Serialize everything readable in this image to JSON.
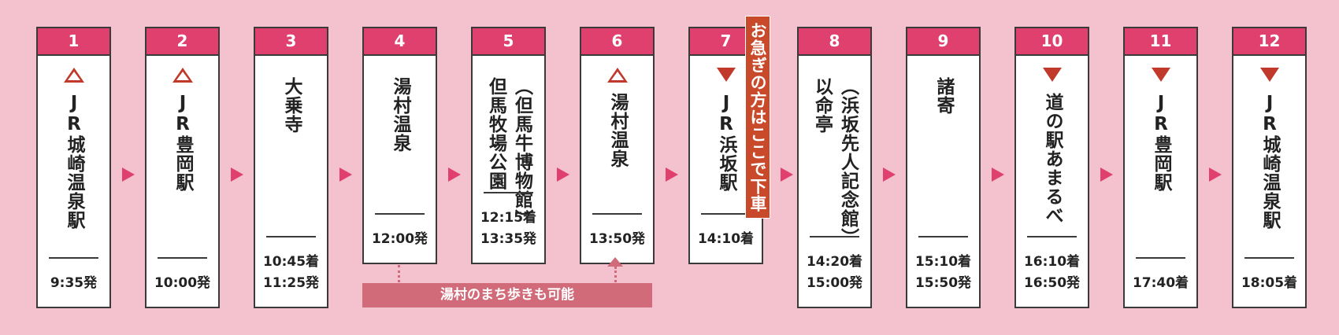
{
  "stops": [
    {
      "num": "1",
      "mark": "up",
      "name": [
        "JR城崎温泉駅"
      ],
      "times": [
        "9:35発"
      ]
    },
    {
      "num": "2",
      "mark": "up",
      "name": [
        "JR豊岡駅"
      ],
      "times": [
        "10:00発"
      ]
    },
    {
      "num": "3",
      "mark": "",
      "name": [
        "大乗寺"
      ],
      "times": [
        "10:45着",
        "11:25発"
      ]
    },
    {
      "num": "4",
      "mark": "",
      "name": [
        "湯村温泉"
      ],
      "times": [
        "12:00発"
      ]
    },
    {
      "num": "5",
      "mark": "",
      "name": [
        "（但馬牛博物館）",
        "但馬牧場公園"
      ],
      "times": [
        "12:15着",
        "13:35発"
      ]
    },
    {
      "num": "6",
      "mark": "up",
      "name": [
        "湯村温泉"
      ],
      "times": [
        "13:50発"
      ]
    },
    {
      "num": "7",
      "mark": "down",
      "name": [
        "JR浜坂駅"
      ],
      "times": [
        "14:10着"
      ]
    },
    {
      "num": "8",
      "mark": "",
      "name": [
        "（浜坂先人記念館）",
        "以命亭"
      ],
      "times": [
        "14:20着",
        "15:00発"
      ]
    },
    {
      "num": "9",
      "mark": "",
      "name": [
        "諸寄"
      ],
      "times": [
        "15:10着",
        "15:50発"
      ]
    },
    {
      "num": "10",
      "mark": "down",
      "name": [
        "道の駅あまるべ"
      ],
      "times": [
        "16:10着",
        "16:50発"
      ]
    },
    {
      "num": "11",
      "mark": "down",
      "name": [
        "JR豊岡駅"
      ],
      "times": [
        "17:40着"
      ]
    },
    {
      "num": "12",
      "mark": "down",
      "name": [
        "JR城崎温泉駅"
      ],
      "times": [
        "18:05着"
      ]
    }
  ],
  "express_note": "お急ぎの方はここで下車",
  "walk_note": "湯村のまち歩きも可能",
  "colors": {
    "background": "#f4c2cf",
    "header": "#e0406e",
    "mark": "#c0392b",
    "express": "#c84a2a",
    "walk": "#d16b79"
  }
}
